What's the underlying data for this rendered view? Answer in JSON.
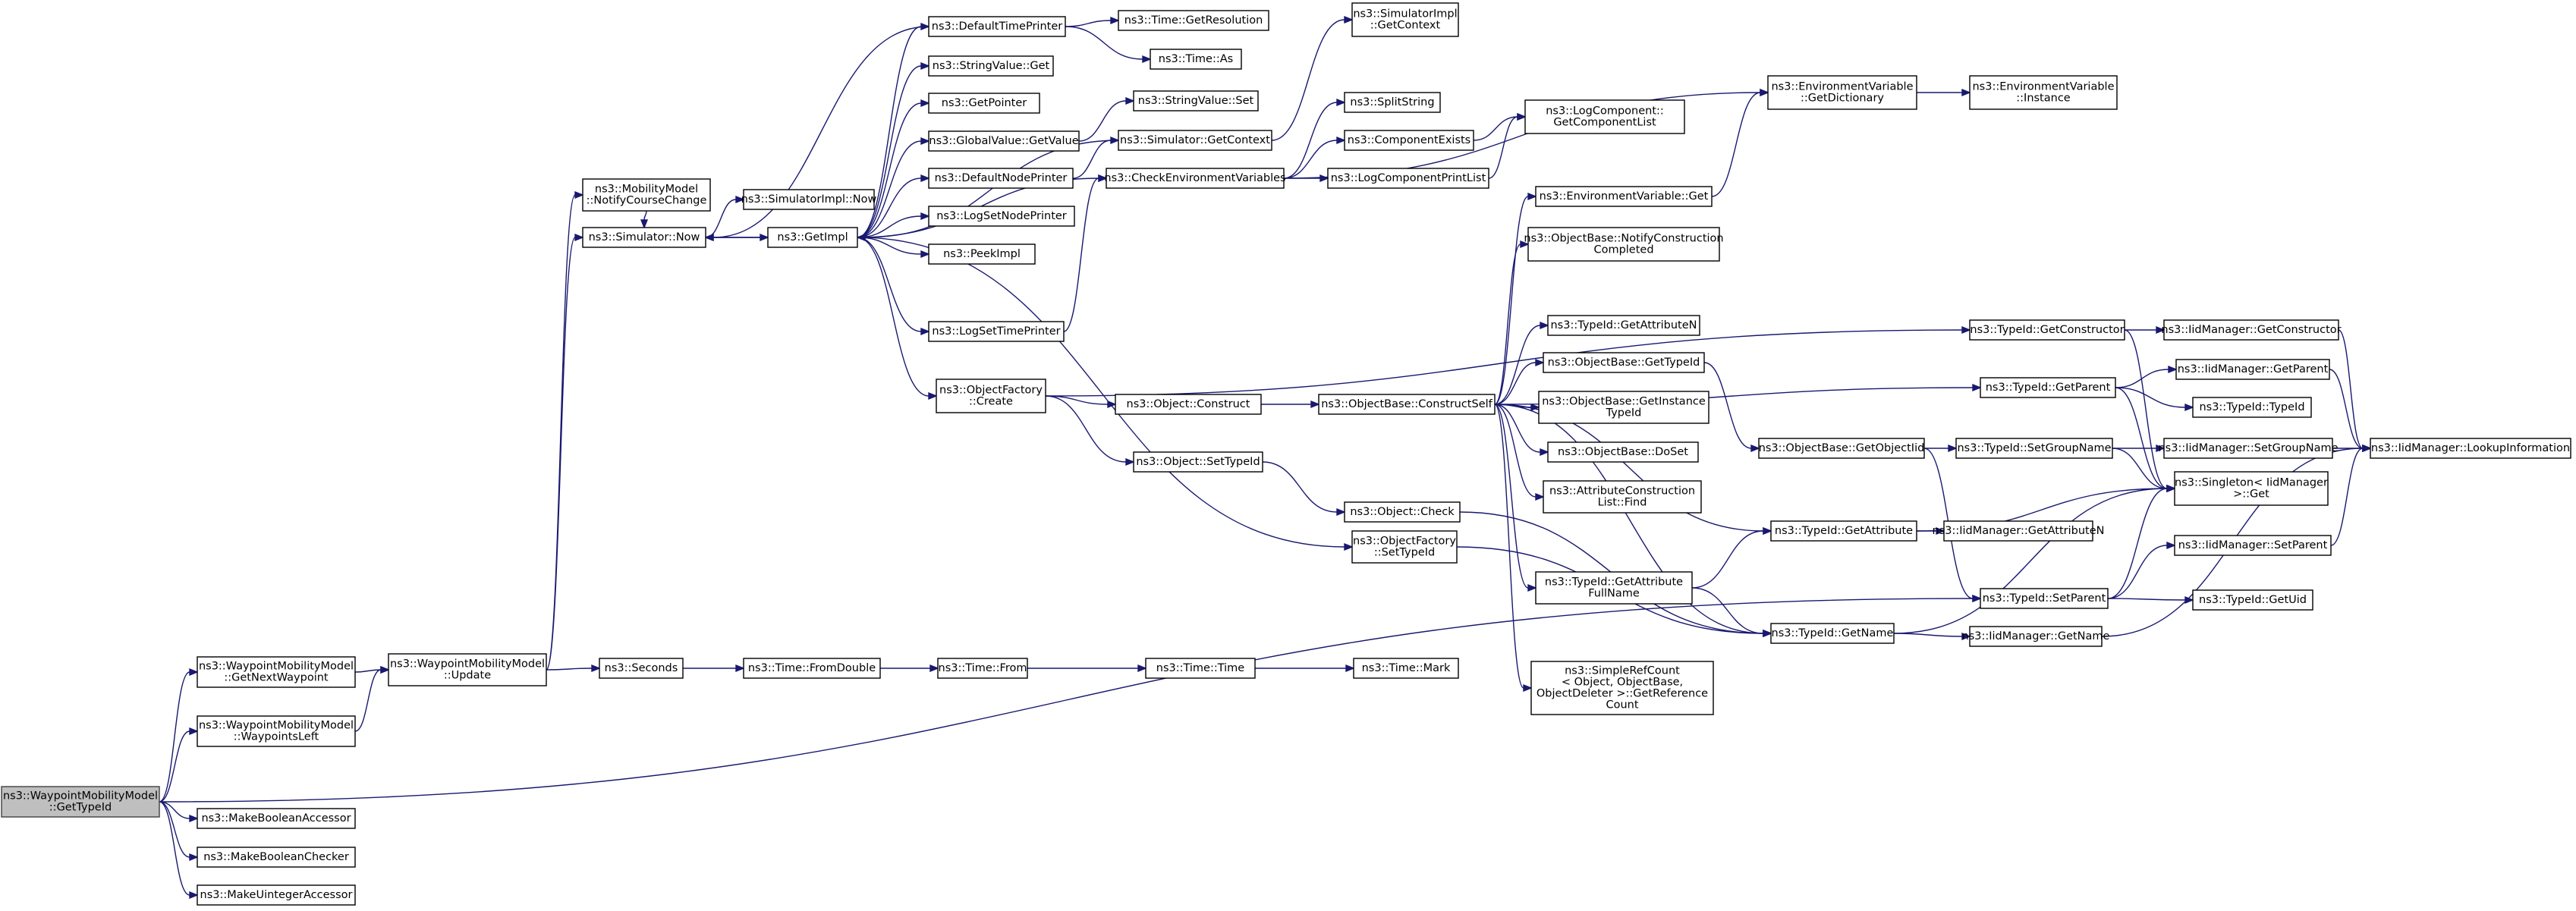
{
  "colors": {
    "edge": "#191970",
    "root_fill": "#bfbfbf",
    "node_fill": "#ffffff",
    "border": "#000000"
  },
  "nodes": [
    {
      "id": "root",
      "lines": [
        "ns3::WaypointMobilityModel",
        "::GetTypeId"
      ],
      "root": true
    },
    {
      "id": "getnextwp",
      "lines": [
        "ns3::WaypointMobilityModel",
        "::GetNextWaypoint"
      ]
    },
    {
      "id": "wpleft",
      "lines": [
        "ns3::WaypointMobilityModel",
        "::WaypointsLeft"
      ]
    },
    {
      "id": "mkboolacc",
      "lines": [
        "ns3::MakeBooleanAccessor"
      ]
    },
    {
      "id": "mkboolchk",
      "lines": [
        "ns3::MakeBooleanChecker"
      ]
    },
    {
      "id": "mkuintacc",
      "lines": [
        "ns3::MakeUintegerAccessor"
      ]
    },
    {
      "id": "update",
      "lines": [
        "ns3::WaypointMobilityModel",
        "::Update"
      ]
    },
    {
      "id": "notifycc",
      "lines": [
        "ns3::MobilityModel",
        "::NotifyCourseChange"
      ]
    },
    {
      "id": "simnow",
      "lines": [
        "ns3::Simulator::Now"
      ]
    },
    {
      "id": "simimplnow",
      "lines": [
        "ns3::SimulatorImpl::Now"
      ]
    },
    {
      "id": "getimpl",
      "lines": [
        "ns3::GetImpl"
      ]
    },
    {
      "id": "seconds",
      "lines": [
        "ns3::Seconds"
      ]
    },
    {
      "id": "fromdouble",
      "lines": [
        "ns3::Time::FromDouble"
      ]
    },
    {
      "id": "timefrom",
      "lines": [
        "ns3::Time::From"
      ]
    },
    {
      "id": "timetime",
      "lines": [
        "ns3::Time::Time"
      ]
    },
    {
      "id": "timemark",
      "lines": [
        "ns3::Time::Mark"
      ]
    },
    {
      "id": "deftp",
      "lines": [
        "ns3::DefaultTimePrinter"
      ]
    },
    {
      "id": "getres",
      "lines": [
        "ns3::Time::GetResolution"
      ]
    },
    {
      "id": "timeas",
      "lines": [
        "ns3::Time::As"
      ]
    },
    {
      "id": "strvalget",
      "lines": [
        "ns3::StringValue::Get"
      ]
    },
    {
      "id": "getpointer",
      "lines": [
        "ns3::GetPointer"
      ]
    },
    {
      "id": "strvalset",
      "lines": [
        "ns3::StringValue::Set"
      ]
    },
    {
      "id": "gvgetvalue",
      "lines": [
        "ns3::GlobalValue::GetValue"
      ]
    },
    {
      "id": "defnp",
      "lines": [
        "ns3::DefaultNodePrinter"
      ]
    },
    {
      "id": "checkenv",
      "lines": [
        "ns3::CheckEnvironmentVariables"
      ]
    },
    {
      "id": "logsetnp",
      "lines": [
        "ns3::LogSetNodePrinter"
      ]
    },
    {
      "id": "peekimpl",
      "lines": [
        "ns3::PeekImpl"
      ]
    },
    {
      "id": "logsettp",
      "lines": [
        "ns3::LogSetTimePrinter"
      ]
    },
    {
      "id": "objfcreate",
      "lines": [
        "ns3::ObjectFactory",
        "::Create"
      ]
    },
    {
      "id": "simgetctx",
      "lines": [
        "ns3::Simulator::GetContext"
      ]
    },
    {
      "id": "simimplgetctx",
      "lines": [
        "ns3::SimulatorImpl",
        "::GetContext"
      ]
    },
    {
      "id": "splitstring",
      "lines": [
        "ns3::SplitString"
      ]
    },
    {
      "id": "compexists",
      "lines": [
        "ns3::ComponentExists"
      ]
    },
    {
      "id": "logcompprint",
      "lines": [
        "ns3::LogComponentPrintList"
      ]
    },
    {
      "id": "logcompgetlist",
      "lines": [
        "ns3::LogComponent::",
        "GetComponentList"
      ]
    },
    {
      "id": "envgetdict",
      "lines": [
        "ns3::EnvironmentVariable",
        "::GetDictionary"
      ]
    },
    {
      "id": "envinstance",
      "lines": [
        "ns3::EnvironmentVariable",
        "::Instance"
      ]
    },
    {
      "id": "envget",
      "lines": [
        "ns3::EnvironmentVariable::Get"
      ]
    },
    {
      "id": "objconstruct",
      "lines": [
        "ns3::Object::Construct"
      ]
    },
    {
      "id": "objsettypeid",
      "lines": [
        "ns3::Object::SetTypeId"
      ]
    },
    {
      "id": "objcheck",
      "lines": [
        "ns3::Object::Check"
      ]
    },
    {
      "id": "objfsettypeid",
      "lines": [
        "ns3::ObjectFactory",
        "::SetTypeId"
      ]
    },
    {
      "id": "obconstructself",
      "lines": [
        "ns3::ObjectBase::ConstructSelf"
      ]
    },
    {
      "id": "obnotifycc",
      "lines": [
        "ns3::ObjectBase::NotifyConstruction",
        "Completed"
      ]
    },
    {
      "id": "tidgetattrn",
      "lines": [
        "ns3::TypeId::GetAttributeN"
      ]
    },
    {
      "id": "obgettypeid",
      "lines": [
        "ns3::ObjectBase::GetTypeId"
      ]
    },
    {
      "id": "obgetinsttid",
      "lines": [
        "ns3::ObjectBase::GetInstance",
        "TypeId"
      ]
    },
    {
      "id": "obdoset",
      "lines": [
        "ns3::ObjectBase::DoSet"
      ]
    },
    {
      "id": "attrconsfind",
      "lines": [
        "ns3::AttributeConstruction",
        "List::Find"
      ]
    },
    {
      "id": "tidgetattrfull",
      "lines": [
        "ns3::TypeId::GetAttribute",
        "FullName"
      ]
    },
    {
      "id": "simplerefcount",
      "lines": [
        "ns3::SimpleRefCount",
        "< Object, ObjectBase,",
        "ObjectDeleter >::GetReference",
        "Count"
      ]
    },
    {
      "id": "obgetobjtid",
      "lines": [
        "ns3::ObjectBase::GetObjectIid"
      ]
    },
    {
      "id": "tidgetattr",
      "lines": [
        "ns3::TypeId::GetAttribute"
      ]
    },
    {
      "id": "tidgetname",
      "lines": [
        "ns3::TypeId::GetName"
      ]
    },
    {
      "id": "tidgetconstructor",
      "lines": [
        "ns3::TypeId::GetConstructor"
      ]
    },
    {
      "id": "tidgetparent",
      "lines": [
        "ns3::TypeId::GetParent"
      ]
    },
    {
      "id": "tidsetgroupname",
      "lines": [
        "ns3::TypeId::SetGroupName"
      ]
    },
    {
      "id": "tidsetparent",
      "lines": [
        "ns3::TypeId::SetParent"
      ]
    },
    {
      "id": "iidgetconstructor",
      "lines": [
        "ns3::IidManager::GetConstructor"
      ]
    },
    {
      "id": "iidgetparent",
      "lines": [
        "ns3::IidManager::GetParent"
      ]
    },
    {
      "id": "tidtypeid",
      "lines": [
        "ns3::TypeId::TypeId"
      ]
    },
    {
      "id": "iidsetgroupname",
      "lines": [
        "ns3::IidManager::SetGroupName"
      ]
    },
    {
      "id": "singletonget",
      "lines": [
        "ns3::Singleton< IidManager",
        ">::Get"
      ]
    },
    {
      "id": "iidgetattrn",
      "lines": [
        "ns3::IidManager::GetAttributeN"
      ]
    },
    {
      "id": "iidsetparent",
      "lines": [
        "ns3::IidManager::SetParent"
      ]
    },
    {
      "id": "tidgetuid",
      "lines": [
        "ns3::TypeId::GetUid"
      ]
    },
    {
      "id": "iidgetname",
      "lines": [
        "ns3::IidManager::GetName"
      ]
    },
    {
      "id": "iidlookup",
      "lines": [
        "ns3::IidManager::LookupInformation"
      ]
    }
  ],
  "edges": [
    [
      "root",
      "getnextwp"
    ],
    [
      "root",
      "wpleft"
    ],
    [
      "root",
      "mkboolacc"
    ],
    [
      "root",
      "mkboolchk"
    ],
    [
      "root",
      "mkuintacc"
    ],
    [
      "root",
      "tidsetparent"
    ],
    [
      "getnextwp",
      "update"
    ],
    [
      "wpleft",
      "update"
    ],
    [
      "update",
      "notifycc"
    ],
    [
      "update",
      "simnow"
    ],
    [
      "update",
      "seconds"
    ],
    [
      "notifycc",
      "simnow"
    ],
    [
      "simnow",
      "simimplnow"
    ],
    [
      "simnow",
      "getimpl"
    ],
    [
      "seconds",
      "fromdouble"
    ],
    [
      "fromdouble",
      "timefrom"
    ],
    [
      "timefrom",
      "timetime"
    ],
    [
      "timetime",
      "timemark"
    ],
    [
      "getimpl",
      "deftp"
    ],
    [
      "getimpl",
      "strvalget"
    ],
    [
      "getimpl",
      "getpointer"
    ],
    [
      "getimpl",
      "gvgetvalue"
    ],
    [
      "getimpl",
      "defnp"
    ],
    [
      "getimpl",
      "checkenv"
    ],
    [
      "getimpl",
      "logsetnp"
    ],
    [
      "getimpl",
      "peekimpl"
    ],
    [
      "getimpl",
      "logsettp"
    ],
    [
      "getimpl",
      "objfcreate"
    ],
    [
      "getimpl",
      "objfsettypeid"
    ],
    [
      "getimpl",
      "simnow"
    ],
    [
      "deftp",
      "getres"
    ],
    [
      "deftp",
      "timeas"
    ],
    [
      "deftp",
      "simnow"
    ],
    [
      "gvgetvalue",
      "strvalset"
    ],
    [
      "logsettp",
      "checkenv"
    ],
    [
      "defnp",
      "simgetctx"
    ],
    [
      "simgetctx",
      "getimpl"
    ],
    [
      "simgetctx",
      "simimplgetctx"
    ],
    [
      "checkenv",
      "splitstring"
    ],
    [
      "checkenv",
      "compexists"
    ],
    [
      "checkenv",
      "logcompprint"
    ],
    [
      "checkenv",
      "envgetdict"
    ],
    [
      "compexists",
      "logcompgetlist"
    ],
    [
      "logcompprint",
      "logcompgetlist"
    ],
    [
      "envgetdict",
      "envinstance"
    ],
    [
      "envget",
      "envgetdict"
    ],
    [
      "objfcreate",
      "objconstruct"
    ],
    [
      "objfcreate",
      "objsettypeid"
    ],
    [
      "objfcreate",
      "tidgetconstructor"
    ],
    [
      "objconstruct",
      "obconstructself"
    ],
    [
      "objsettypeid",
      "objcheck"
    ],
    [
      "objcheck",
      "tidgetname"
    ],
    [
      "objfsettypeid",
      "tidgetname"
    ],
    [
      "obconstructself",
      "envget"
    ],
    [
      "obconstructself",
      "obnotifycc"
    ],
    [
      "obconstructself",
      "tidgetattrn"
    ],
    [
      "obconstructself",
      "obgettypeid"
    ],
    [
      "obconstructself",
      "obgetinsttid"
    ],
    [
      "obconstructself",
      "obdoset"
    ],
    [
      "obconstructself",
      "attrconsfind"
    ],
    [
      "obconstructself",
      "tidgetattrfull"
    ],
    [
      "obconstructself",
      "simplerefcount"
    ],
    [
      "obconstructself",
      "tidgetattr"
    ],
    [
      "obconstructself",
      "tidgetname"
    ],
    [
      "obconstructself",
      "tidgetparent"
    ],
    [
      "obgettypeid",
      "obgetobjtid"
    ],
    [
      "obgetobjtid",
      "tidsetgroupname"
    ],
    [
      "obgetobjtid",
      "tidsetparent"
    ],
    [
      "tidgetattrfull",
      "tidgetattr"
    ],
    [
      "tidgetattrfull",
      "tidgetname"
    ],
    [
      "tidgetattr",
      "singletonget"
    ],
    [
      "tidgetattr",
      "iidgetattrn"
    ],
    [
      "tidgetname",
      "singletonget"
    ],
    [
      "tidgetname",
      "iidgetname"
    ],
    [
      "tidgetconstructor",
      "iidgetconstructor"
    ],
    [
      "tidgetconstructor",
      "singletonget"
    ],
    [
      "tidgetparent",
      "iidgetparent"
    ],
    [
      "tidgetparent",
      "tidtypeid"
    ],
    [
      "tidgetparent",
      "singletonget"
    ],
    [
      "tidsetgroupname",
      "iidsetgroupname"
    ],
    [
      "tidsetgroupname",
      "singletonget"
    ],
    [
      "tidsetparent",
      "singletonget"
    ],
    [
      "tidsetparent",
      "iidsetparent"
    ],
    [
      "tidsetparent",
      "tidgetuid"
    ],
    [
      "iidgetconstructor",
      "iidlookup"
    ],
    [
      "iidgetparent",
      "iidlookup"
    ],
    [
      "iidsetgroupname",
      "iidlookup"
    ],
    [
      "iidsetparent",
      "iidlookup"
    ],
    [
      "iidgetname",
      "iidlookup"
    ]
  ]
}
